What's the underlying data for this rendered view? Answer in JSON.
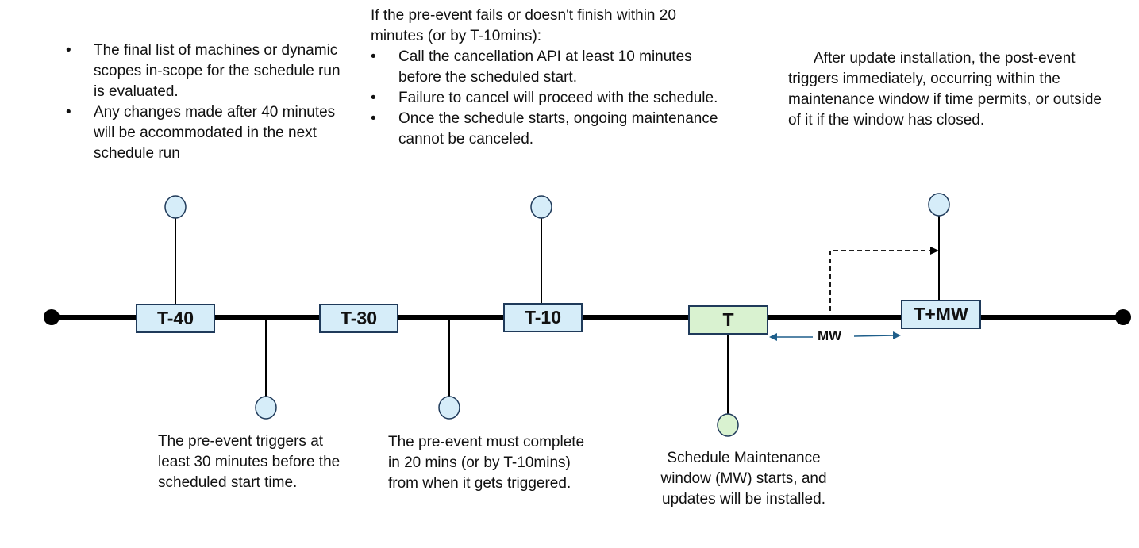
{
  "milestones": [
    {
      "id": "t40",
      "label": "T-40",
      "color": "#d6edf9"
    },
    {
      "id": "t30",
      "label": "T-30",
      "color": "#d6edf9"
    },
    {
      "id": "t10",
      "label": "T-10",
      "color": "#d6edf9"
    },
    {
      "id": "t",
      "label": "T",
      "color": "#d9f2d0"
    },
    {
      "id": "tmw",
      "label": "T+MW",
      "color": "#d6edf9"
    }
  ],
  "mw_label": "MW",
  "notes": {
    "t40": {
      "bullets": [
        "The final list of machines or dynamic scopes in-scope for the schedule run is evaluated.",
        "Any changes made after 40 minutes will be accommodated in the next schedule run"
      ]
    },
    "t30": {
      "text": "The pre-event triggers at least 30 minutes before the scheduled start time."
    },
    "t10_pre": {
      "text": "The pre-event must complete in 20 mins (or by T-10mins) from when it gets triggered."
    },
    "t10": {
      "intro": "If the pre-event fails or doesn't finish within 20 minutes (or by T-10mins):",
      "bullets": [
        "Call the cancellation API at least 10 minutes before the scheduled start.",
        "Failure to cancel will proceed with the schedule.",
        "Once the schedule starts, ongoing maintenance cannot be canceled."
      ]
    },
    "t": {
      "text": "Schedule Maintenance window (MW) starts, and updates will be installed."
    },
    "tmw": {
      "text": "After update installation, the post-event triggers immediately, occurring within the maintenance window if time permits, or outside of it if the window has closed."
    }
  },
  "colors": {
    "line": "#000000",
    "node_blue": "#d6edf9",
    "node_green": "#d9f2d0",
    "node_stroke": "#1f3a5a",
    "arrow": "#1f5f8b"
  }
}
